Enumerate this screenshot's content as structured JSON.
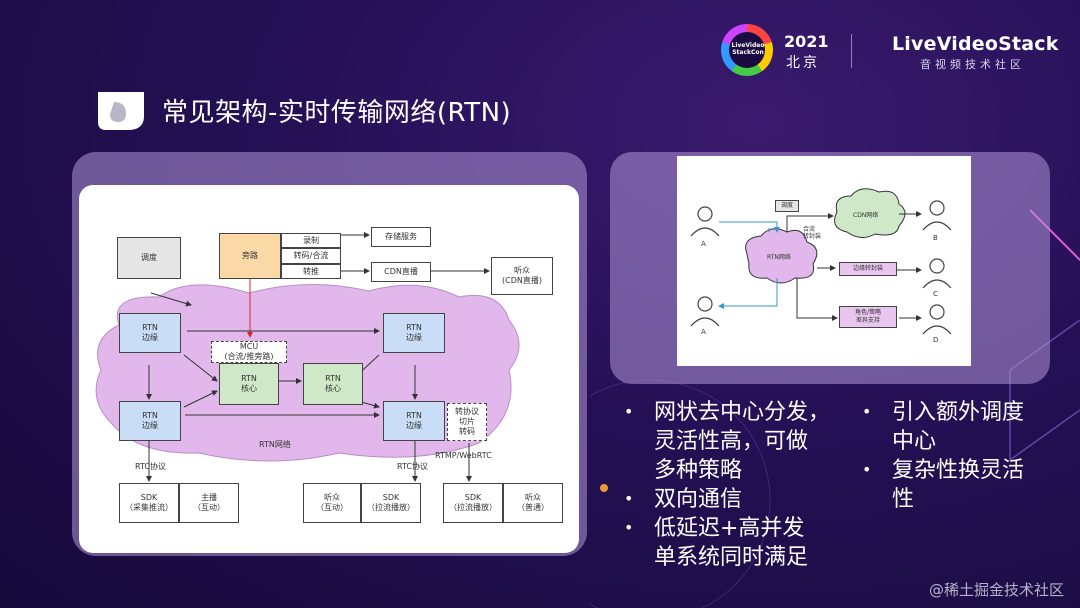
{
  "header": {
    "title": "常见架构-实时传输网络(RTN)",
    "logo_text": "LiveVideo StackCon",
    "year": "2021",
    "city": "北京",
    "brand": "LiveVideoStack",
    "brand_sub": "音视频技术社区"
  },
  "diagram_left": {
    "schedule": "调度",
    "bypass": "旁路",
    "record": "录制",
    "transcode_merge": "转码/合流",
    "relay": "转推",
    "storage": "存储服务",
    "cdn_live": "CDN直播",
    "audience_cdn": "听众\n(CDN直播)",
    "rtn_edge_tl": "RTN\n边缘",
    "rtn_edge_tr": "RTN\n边缘",
    "rtn_edge_bl": "RTN\n边缘",
    "rtn_edge_br": "RTN\n边缘",
    "mcu": "MCU\n(合流/推旁路)",
    "rtn_core_1": "RTN\n核心",
    "rtn_core_2": "RTN\n核心",
    "proto_convert": "转协议\n切片\n转码",
    "rtn_network": "RTN网络",
    "rtc_protocol_1": "RTC协议",
    "rtc_protocol_2": "RTC协议",
    "rtmp_webrtc": "RTMP/WebRTC",
    "sdk_push": "SDK\n（采集推流）",
    "host": "主播\n（互动）",
    "listener_interactive": "听众\n（互动）",
    "sdk_pull_1": "SDK\n（拉流播放）",
    "sdk_pull_2": "SDK\n（拉流播放）",
    "listener_normal": "听众\n（普通）"
  },
  "diagram_right": {
    "user_a1": "A",
    "user_a2": "A",
    "user_b": "B",
    "user_c": "C",
    "user_d": "D",
    "schedule": "调度",
    "merge_relay": "合流\n转封装",
    "rtn_network": "RTN网络",
    "cdn_network": "CDN网络",
    "edge_relay": "边缘转封装",
    "role_strategy": "角色/策略\n差异支持"
  },
  "bullets_left": [
    "网状去中心分发，\n灵活性高，可做\n多种策略",
    "双向通信",
    "低延迟+高并发\n单系统同时满足"
  ],
  "bullets_right": [
    "引入额外调度\n中心",
    "复杂性换灵活\n性"
  ],
  "watermark": "@稀土掘金技术社区"
}
